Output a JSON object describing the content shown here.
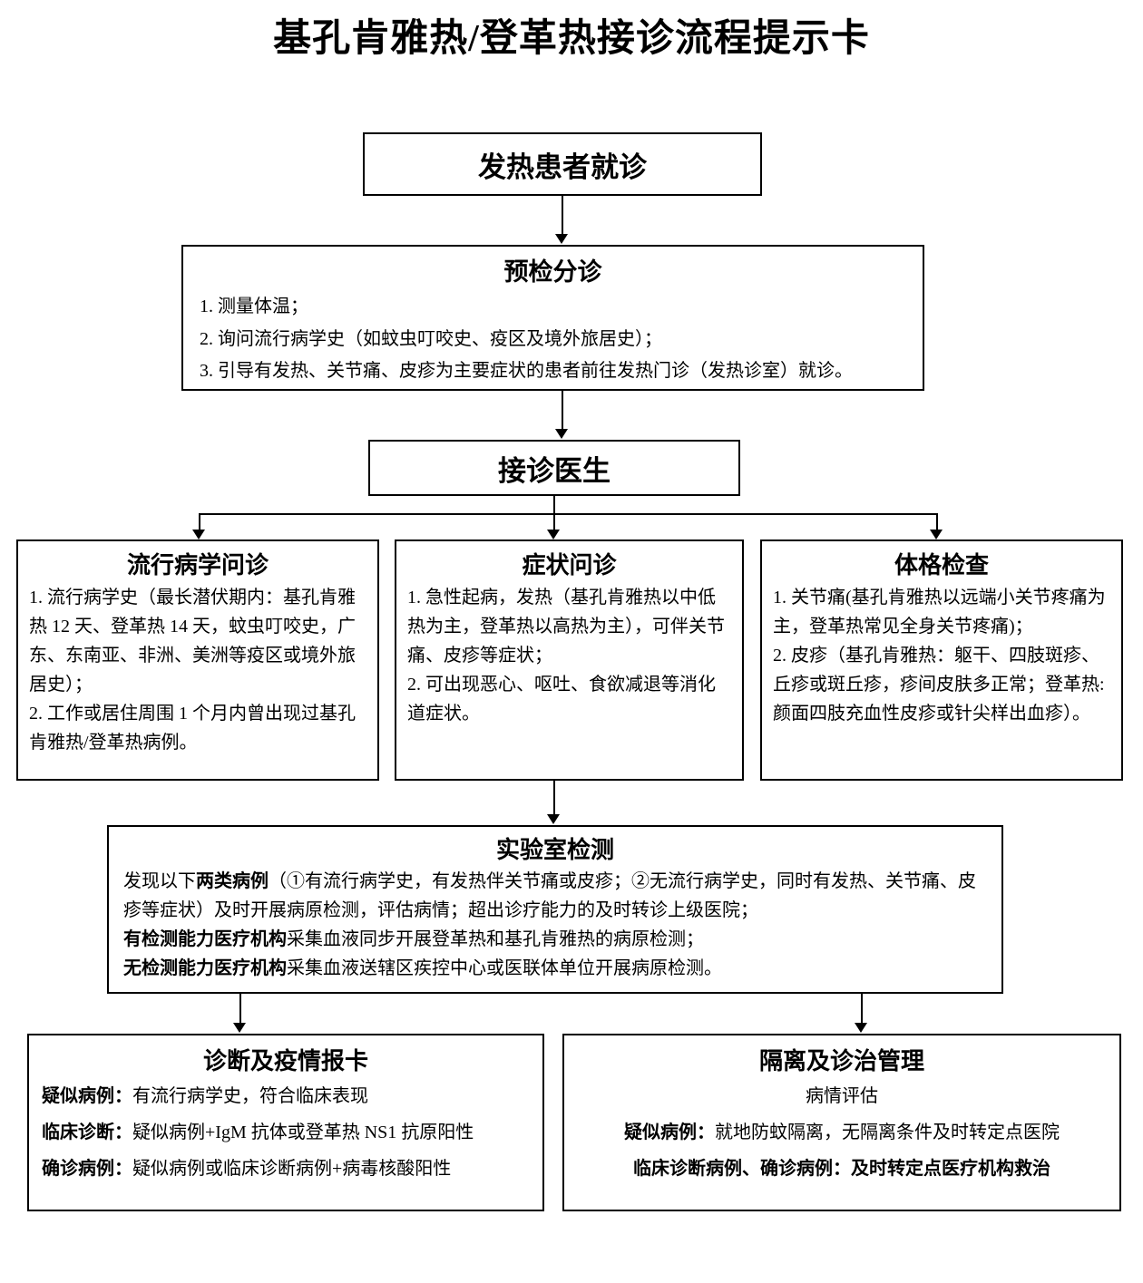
{
  "title": "基孔肯雅热/登革热接诊流程提示卡",
  "nodes": {
    "fever_patient": {
      "title": "发热患者就诊"
    },
    "triage": {
      "title": "预检分诊",
      "items": [
        "1. 测量体温；",
        "2. 询问流行病学史（如蚊虫叮咬史、疫区及境外旅居史）；",
        "3. 引导有发热、关节痛、皮疹为主要症状的患者前往发热门诊（发热诊室）就诊。"
      ]
    },
    "doctor": {
      "title": "接诊医生"
    },
    "epidemiology": {
      "title": "流行病学问诊",
      "items": [
        "1. 流行病学史（最长潜伏期内：基孔肯雅热 12 天、登革热 14 天，蚊虫叮咬史，广东、东南亚、非洲、美洲等疫区或境外旅居史）；",
        "2. 工作或居住周围 1 个月内曾出现过基孔肯雅热/登革热病例。"
      ]
    },
    "symptoms": {
      "title": "症状问诊",
      "items": [
        "1. 急性起病，发热（基孔肯雅热以中低热为主，登革热以高热为主），可伴关节痛、皮疹等症状；",
        "2. 可出现恶心、呕吐、食欲减退等消化道症状。"
      ]
    },
    "physical": {
      "title": "体格检查",
      "items": [
        "1. 关节痛(基孔肯雅热以远端小关节疼痛为主，登革热常见全身关节疼痛)；",
        "2. 皮疹（基孔肯雅热：躯干、四肢斑疹、丘疹或斑丘疹，疹间皮肤多正常；登革热:颜面四肢充血性皮疹或针尖样出血疹）。"
      ]
    },
    "lab": {
      "title": "实验室检测",
      "p1_normal1": "发现以下",
      "p1_bold": "两类病例",
      "p1_normal2": "（①有流行病学史，有发热伴关节痛或皮疹；②无流行病学史，同时有发热、关节痛、皮疹等症状）及时开展病原检测，评估病情；超出诊疗能力的及时转诊上级医院；",
      "p2_bold": "有检测能力医疗机构",
      "p2_normal": "采集血液同步开展登革热和基孔肯雅热的病原检测；",
      "p3_bold": "无检测能力医疗机构",
      "p3_normal": "采集血液送辖区疾控中心或医联体单位开展病原检测。"
    },
    "diagnosis": {
      "title": "诊断及疫情报卡",
      "rows": [
        {
          "label": "疑似病例：",
          "text": "有流行病学史，符合临床表现"
        },
        {
          "label": "临床诊断：",
          "text": "疑似病例+IgM 抗体或登革热 NS1 抗原阳性"
        },
        {
          "label": "确诊病例：",
          "text": "疑似病例或临床诊断病例+病毒核酸阳性"
        }
      ]
    },
    "isolation": {
      "title": "隔离及诊治管理",
      "line1": "病情评估",
      "line2_label": "疑似病例：",
      "line2_text": "就地防蚊隔离，无隔离条件及时转定点医院",
      "line3": "临床诊断病例、确诊病例：及时转定点医疗机构救治"
    }
  }
}
